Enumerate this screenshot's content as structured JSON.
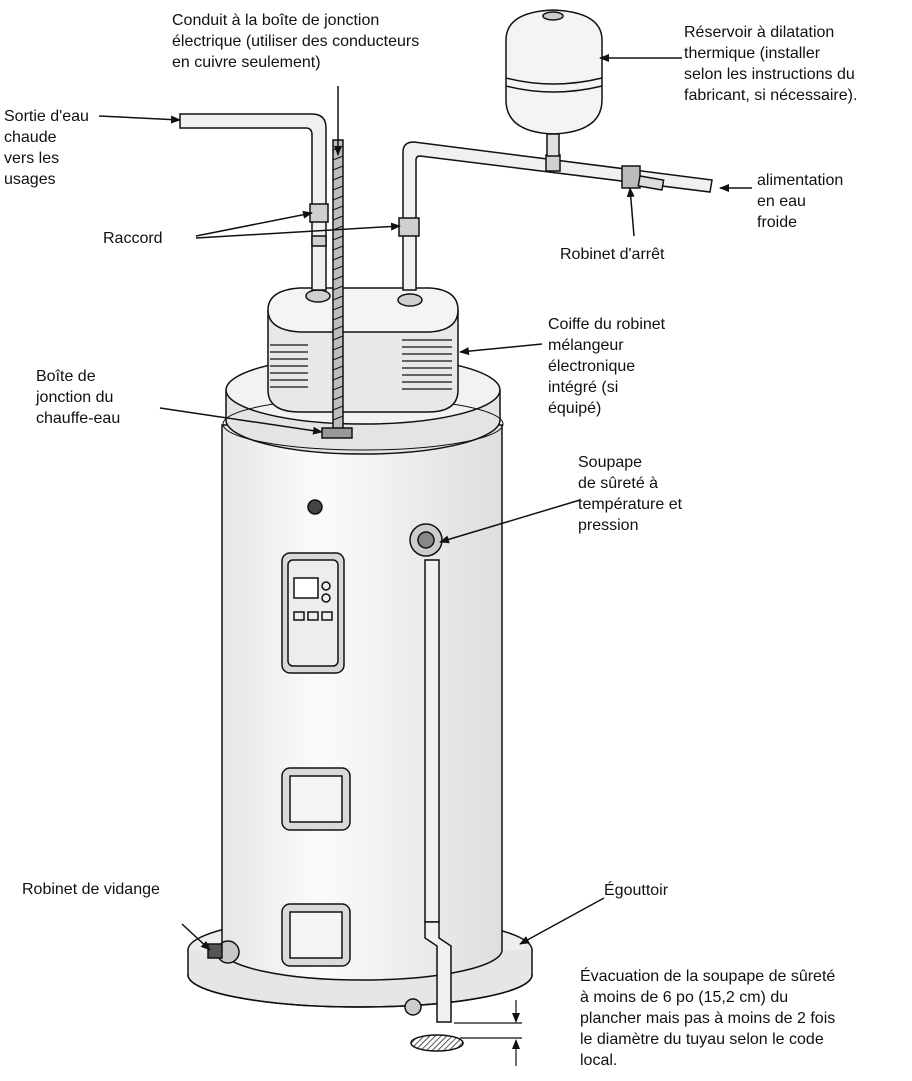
{
  "labels": {
    "conduit": [
      "Conduit à la boîte de jonction",
      "électrique (utiliser des conducteurs",
      "en cuivre seulement)"
    ],
    "expansion_tank": [
      "Réservoir à dilatation",
      "thermique (installer",
      "selon les instructions du",
      "fabricant, si nécessaire)."
    ],
    "hot_outlet": [
      "Sortie d'eau",
      "chaude",
      "vers les",
      "usages"
    ],
    "cold_supply": [
      "alimentation",
      "en eau",
      "froide"
    ],
    "union": [
      "Raccord"
    ],
    "shutoff_valve": [
      "Robinet d'arrêt"
    ],
    "mixing_valve_cover": [
      "Coiffe du robinet",
      "mélangeur",
      "électronique",
      "intégré (si",
      "équipé)"
    ],
    "junction_box": [
      "Boîte de",
      "jonction du",
      "chauffe-eau"
    ],
    "tp_valve": [
      "Soupape",
      "de sûreté à",
      "température et",
      "pression"
    ],
    "drain_valve": [
      "Robinet de vidange"
    ],
    "drain_pan": [
      "Égouttoir"
    ],
    "discharge": [
      "Évacuation de la soupape de sûreté",
      "à moins de  6 po (15,2 cm) du",
      "plancher mais pas à moins de 2 fois",
      "le diamètre du tuyau selon le code",
      "local."
    ]
  },
  "colors": {
    "line": "#111111",
    "tank_fill": "#f2f2f2",
    "shade": "#d4d4d4",
    "background": "#ffffff"
  }
}
